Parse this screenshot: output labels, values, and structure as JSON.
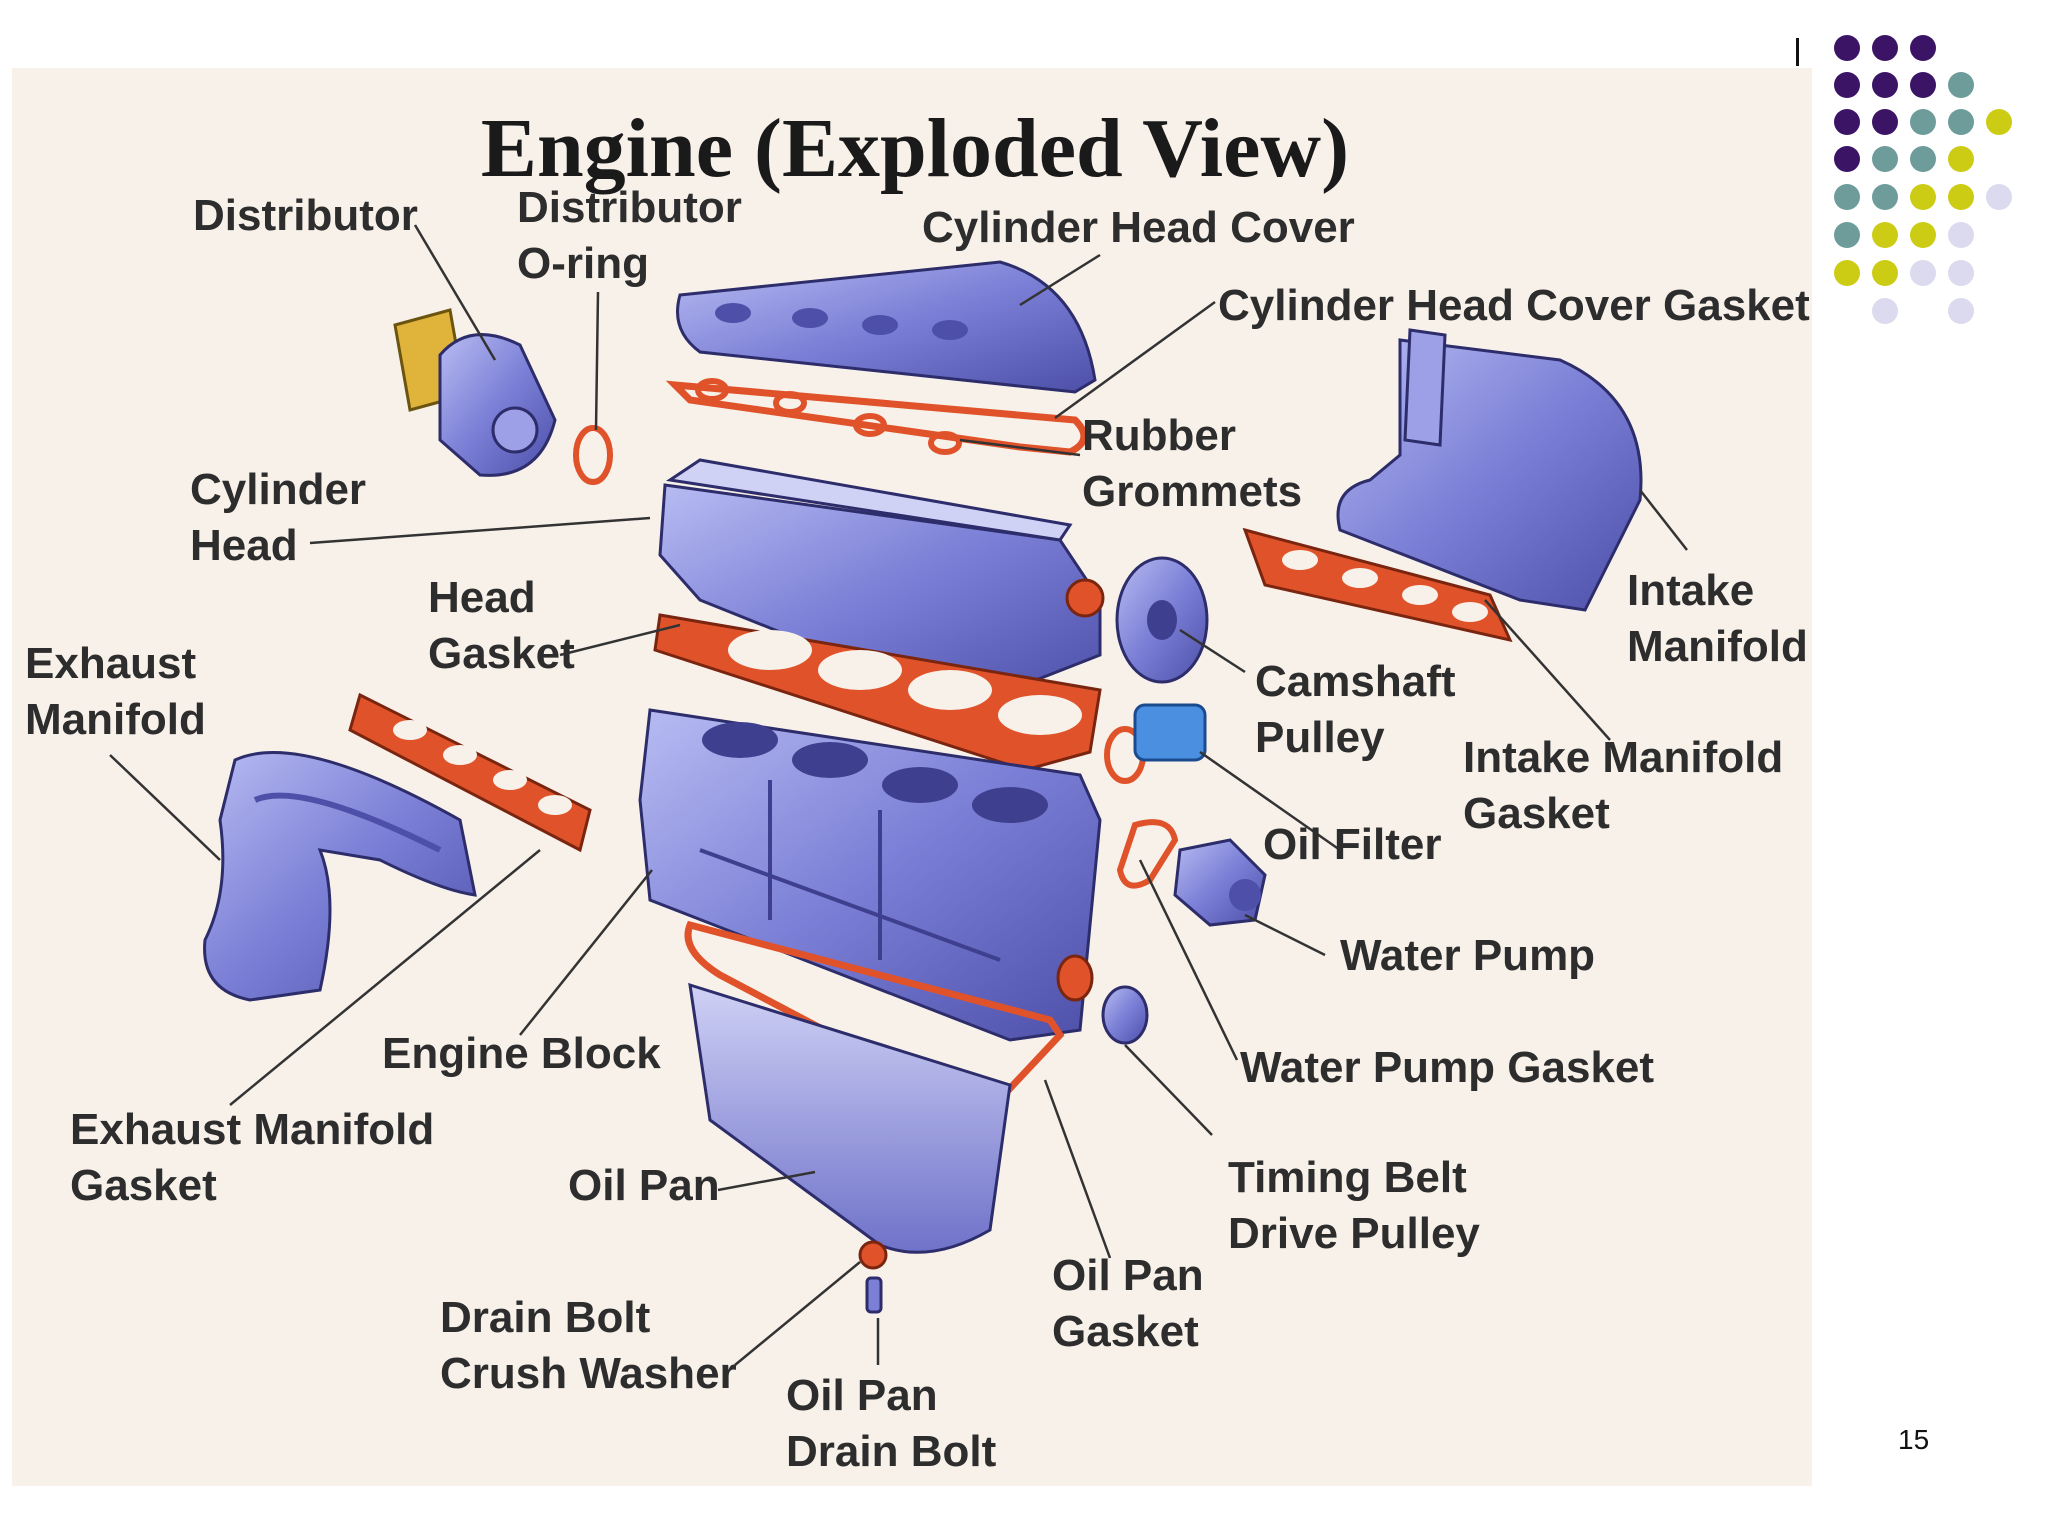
{
  "title": "Engine (Exploded View)",
  "page_number": "15",
  "labels": {
    "distributor": "Distributor",
    "distributor_oring": "Distributor\nO-ring",
    "cylinder_head_cover": "Cylinder Head Cover",
    "cylinder_head_cover_gasket": "Cylinder Head Cover Gasket",
    "rubber_grommets": "Rubber\nGrommets",
    "cylinder_head": "Cylinder\nHead",
    "head_gasket": "Head\nGasket",
    "exhaust_manifold": "Exhaust\nManifold",
    "intake_manifold": "Intake\nManifold",
    "camshaft_pulley": "Camshaft\nPulley",
    "intake_manifold_gasket": "Intake Manifold\nGasket",
    "oil_filter": "Oil Filter",
    "water_pump": "Water Pump",
    "water_pump_gasket": "Water Pump Gasket",
    "engine_block": "Engine Block",
    "exhaust_manifold_gasket": "Exhaust Manifold\nGasket",
    "timing_belt_drive_pulley": "Timing Belt\nDrive Pulley",
    "oil_pan": "Oil Pan",
    "oil_pan_gasket": "Oil Pan\nGasket",
    "drain_bolt_crush_washer": "Drain Bolt\nCrush Washer",
    "oil_pan_drain_bolt": "Oil Pan\nDrain Bolt"
  },
  "colors": {
    "part_blue": "#7b7fd6",
    "part_dark": "#3f3f8f",
    "gasket_orange": "#e0532a",
    "oil_filter_blue": "#4a8fe0",
    "dot_purple": "#3b1466",
    "dot_teal": "#6e9c9a",
    "dot_olive": "#cccc14",
    "dot_lavender": "#dcdaee"
  }
}
